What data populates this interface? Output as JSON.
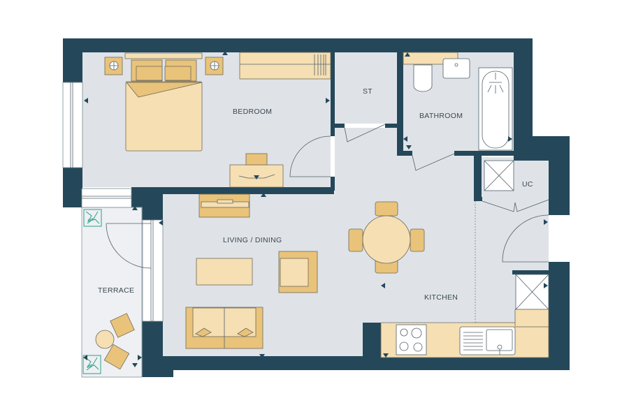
{
  "plan": {
    "rooms": {
      "bedroom": "BEDROOM",
      "storage": "ST",
      "bathroom": "BATHROOM",
      "utility_cupboard": "UC",
      "living_dining": "LIVING / DINING",
      "kitchen": "KITCHEN",
      "terrace": "TERRACE"
    },
    "colors": {
      "wall": "#24485a",
      "floor": "#dfe3e8",
      "furniture_light": "#f5dfb3",
      "furniture_dark": "#e9c37a",
      "plant": "#2aa08a"
    }
  }
}
